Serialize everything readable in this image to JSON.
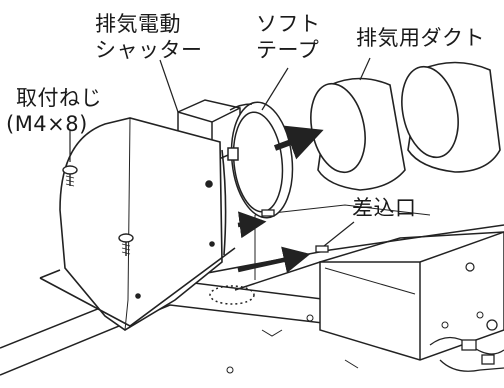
{
  "labels": {
    "shutter_line1": "排気電動",
    "shutter_line2": "シャッター",
    "soft_line1": "ソフト",
    "soft_line2": "テープ",
    "duct": "排気用ダクト",
    "screw_line1": "取付ねじ",
    "screw_line2": "(M4×8)",
    "slot": "差込口"
  }
}
